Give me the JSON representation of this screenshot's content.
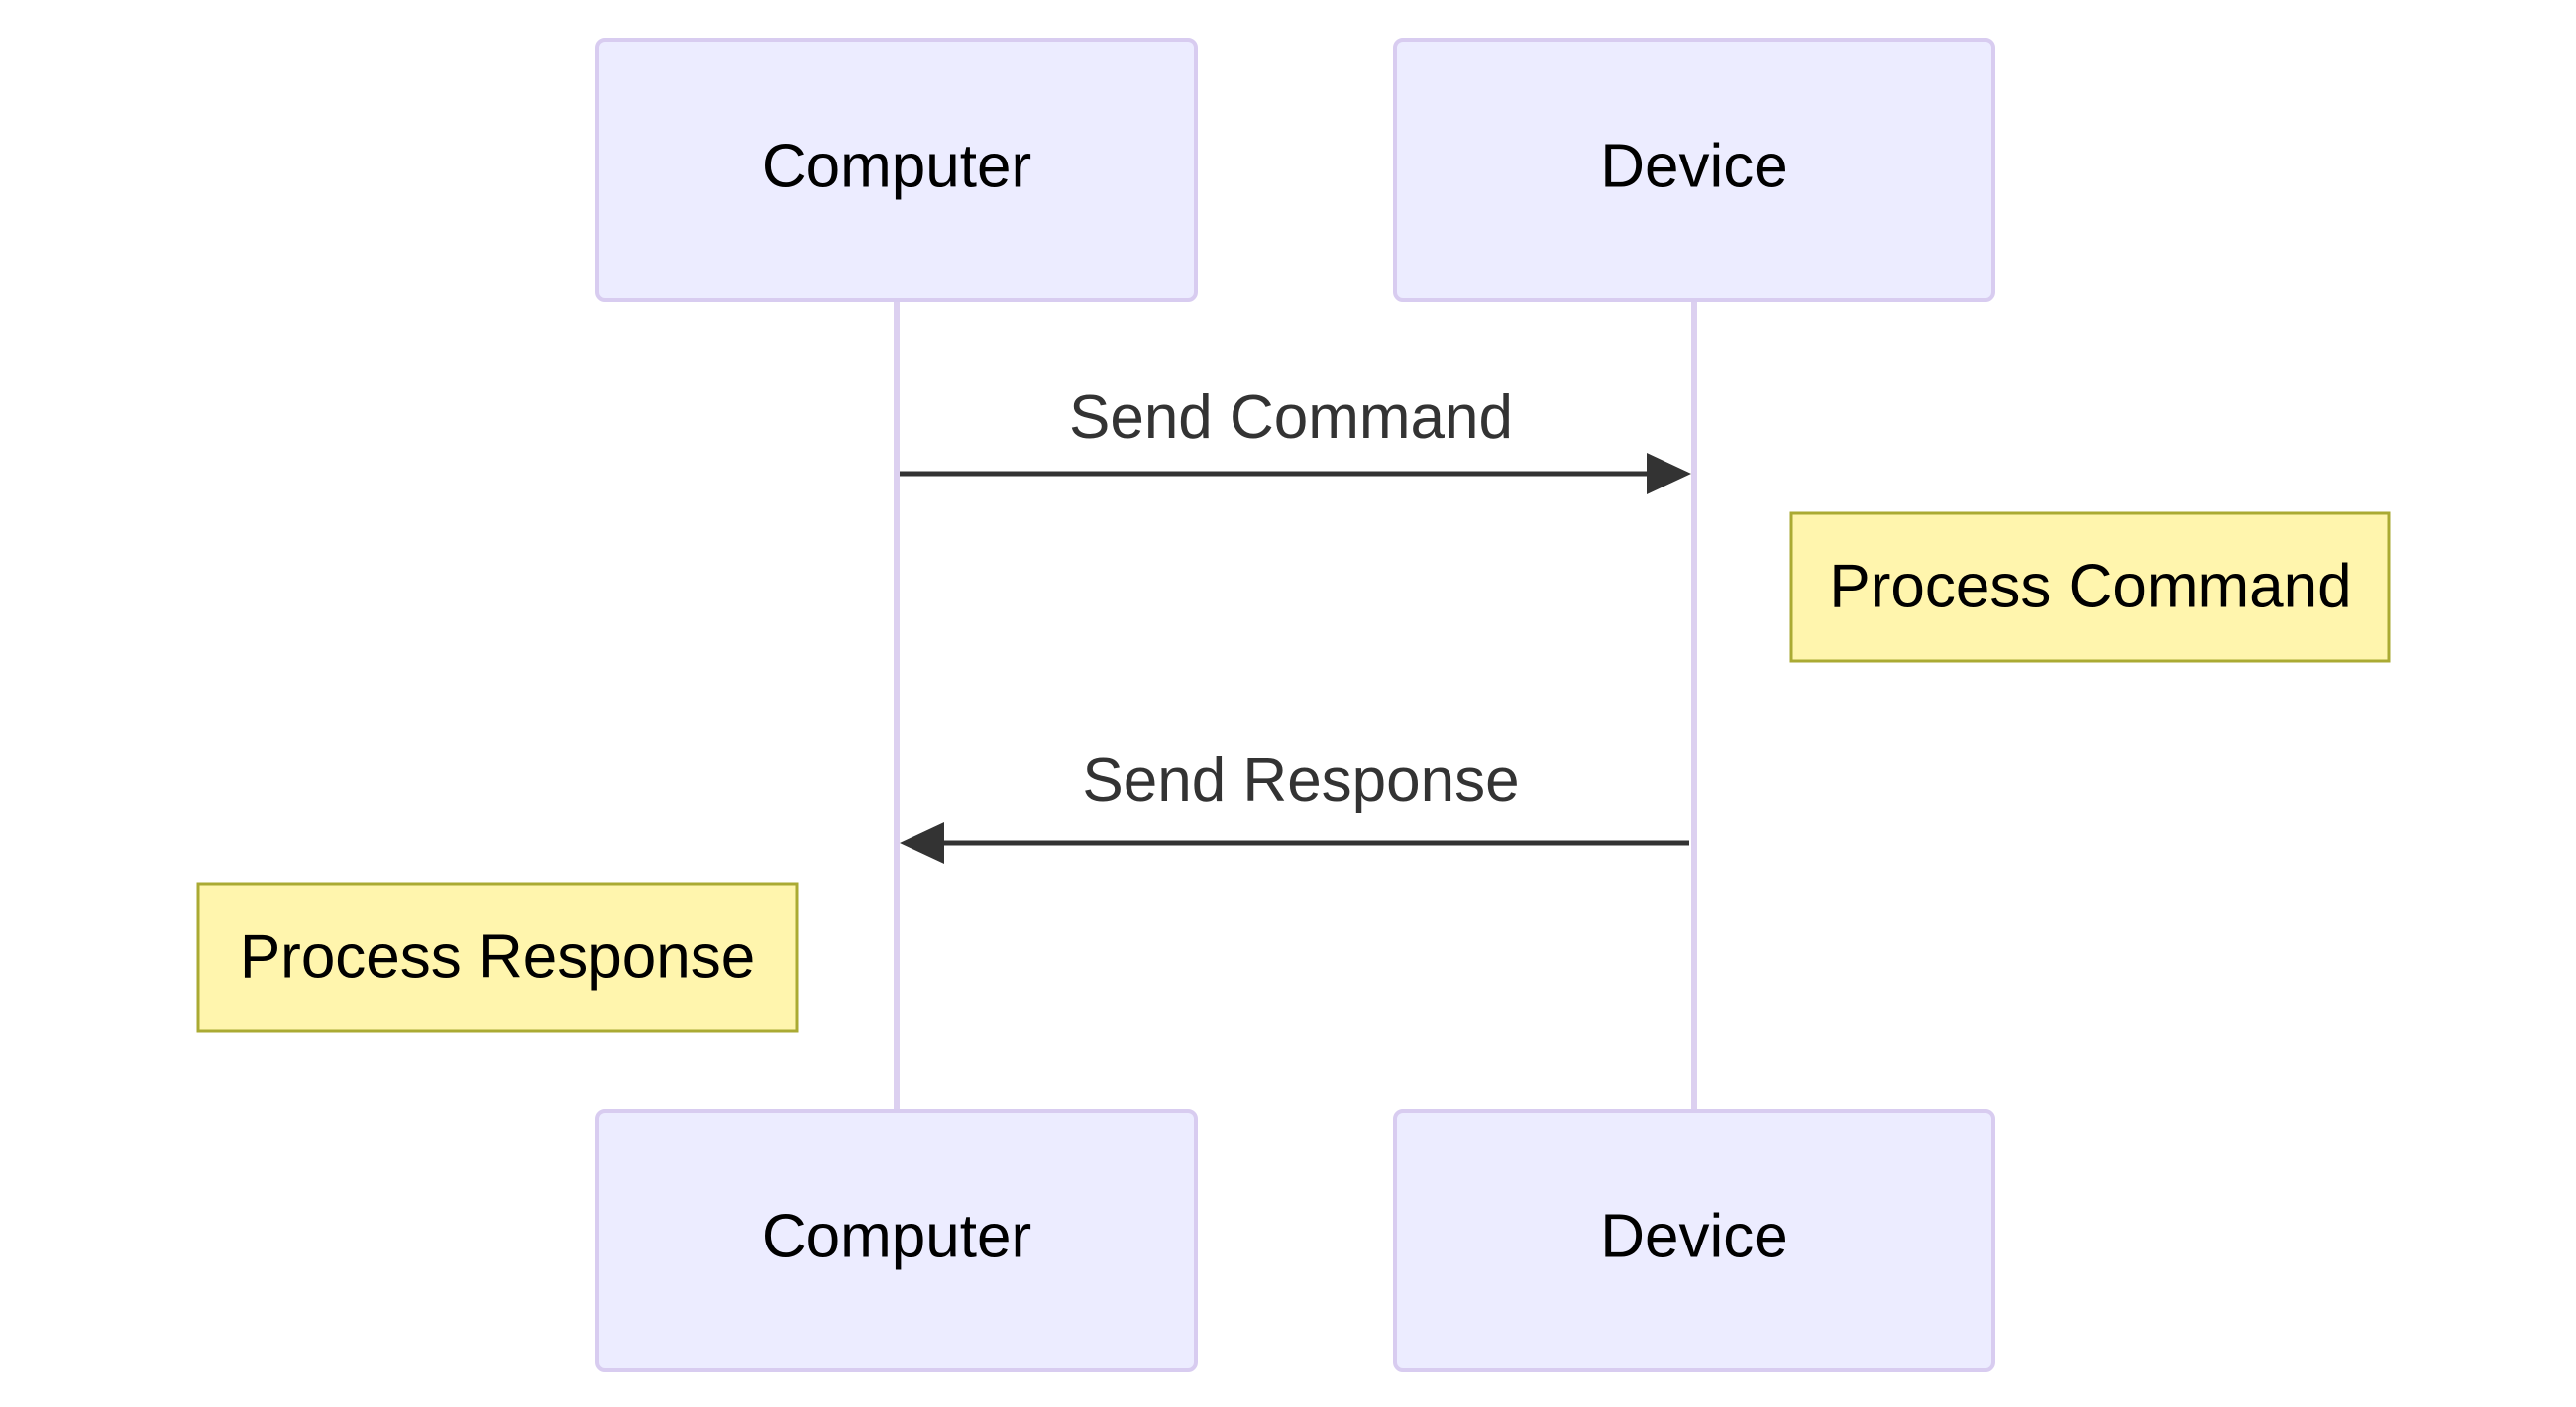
{
  "participants": {
    "computer": {
      "label": "Computer"
    },
    "device": {
      "label": "Device"
    }
  },
  "messages": [
    {
      "label": "Send Command",
      "from": "Computer",
      "to": "Device"
    },
    {
      "label": "Send Response",
      "from": "Device",
      "to": "Computer"
    }
  ],
  "notes": [
    {
      "label": "Process Command",
      "placement": "right of Device"
    },
    {
      "label": "Process Response",
      "placement": "left of Computer"
    }
  ],
  "colors": {
    "actor_fill": "#ECECFF",
    "actor_border": "#D8CCF0",
    "note_fill": "#FFF5AD",
    "note_border": "#AAAA33",
    "arrow": "#333333"
  }
}
